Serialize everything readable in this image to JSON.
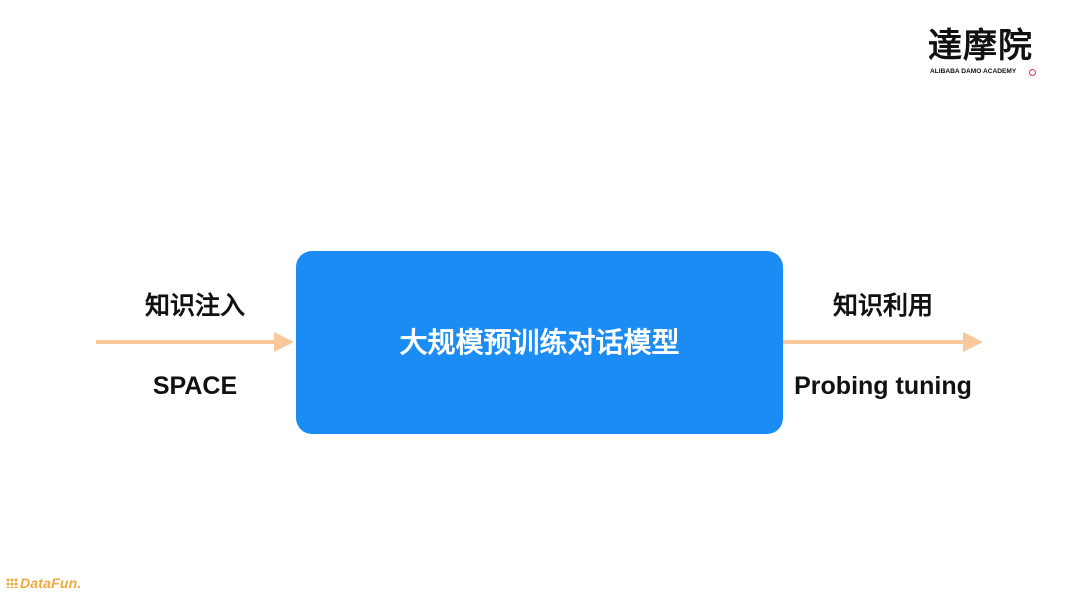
{
  "logo": {
    "title": "達摩院",
    "subtitle": "ALIBABA DAMO ACADEMY"
  },
  "diagram": {
    "core": {
      "label": "大规模预训练对话模型",
      "color": "#1a8cf3"
    },
    "input": {
      "label": "知识注入",
      "method": "SPACE"
    },
    "output": {
      "label": "知识利用",
      "method": "Probing tuning"
    },
    "arrow_color": "#f9c99b"
  },
  "footer": {
    "brand": "DataFun."
  }
}
